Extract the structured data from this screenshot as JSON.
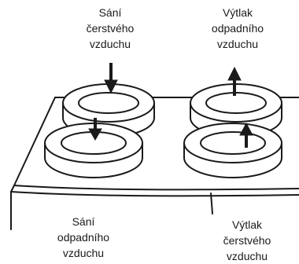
{
  "labels": {
    "top_left": [
      "Sání",
      "čerstvého",
      "vzduchu"
    ],
    "top_right": [
      "Výtlak",
      "odpadního",
      "vzduchu"
    ],
    "bottom_left": [
      "Sání",
      "odpadního",
      "vzduchu"
    ],
    "bottom_right": [
      "Výtlak",
      "čerstvého",
      "vzduchu"
    ]
  },
  "colors": {
    "stroke": "#1a1a1a",
    "background": "#ffffff"
  }
}
